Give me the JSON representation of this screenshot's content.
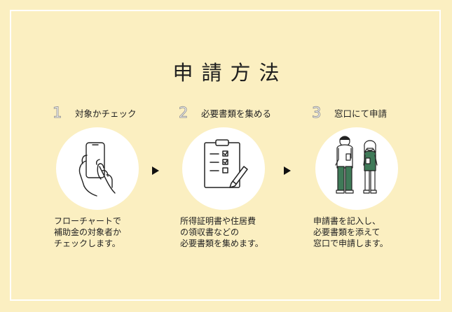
{
  "title": "申請方法",
  "steps": [
    {
      "num": "1",
      "label": "対象かチェック",
      "icon": "hand-smartphone-icon",
      "desc": [
        "フローチャートで",
        "補助金の対象者か",
        "チェックします。"
      ]
    },
    {
      "num": "2",
      "label": "必要書類を集める",
      "icon": "clipboard-checklist-icon",
      "desc": [
        "所得証明書や住居費",
        "の領収書などの",
        "必要書類を集めます。"
      ]
    },
    {
      "num": "3",
      "label": "窓口にて申請",
      "icon": "people-counter-icon",
      "desc": [
        "申請書を記入し、",
        "必要書類を添えて",
        "窓口で申請します。"
      ]
    }
  ],
  "colors": {
    "background": "#fbefc1",
    "accent_green": "#3f7a58",
    "circle": "#ffffff"
  }
}
